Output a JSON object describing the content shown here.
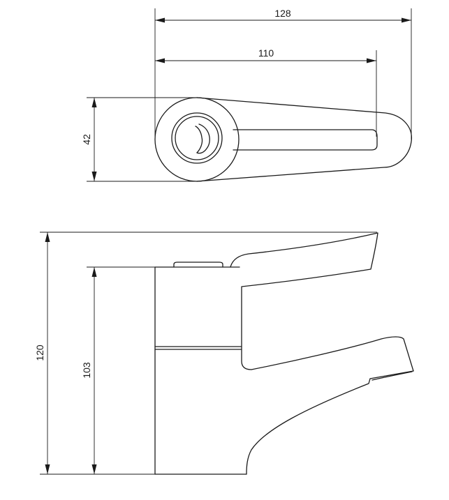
{
  "dimensions": {
    "overall_length": "128",
    "lever_length": "110",
    "lever_width": "42",
    "overall_height": "120",
    "body_height": "103"
  },
  "colors": {
    "line": "#1a1a1a",
    "background": "#ffffff"
  }
}
